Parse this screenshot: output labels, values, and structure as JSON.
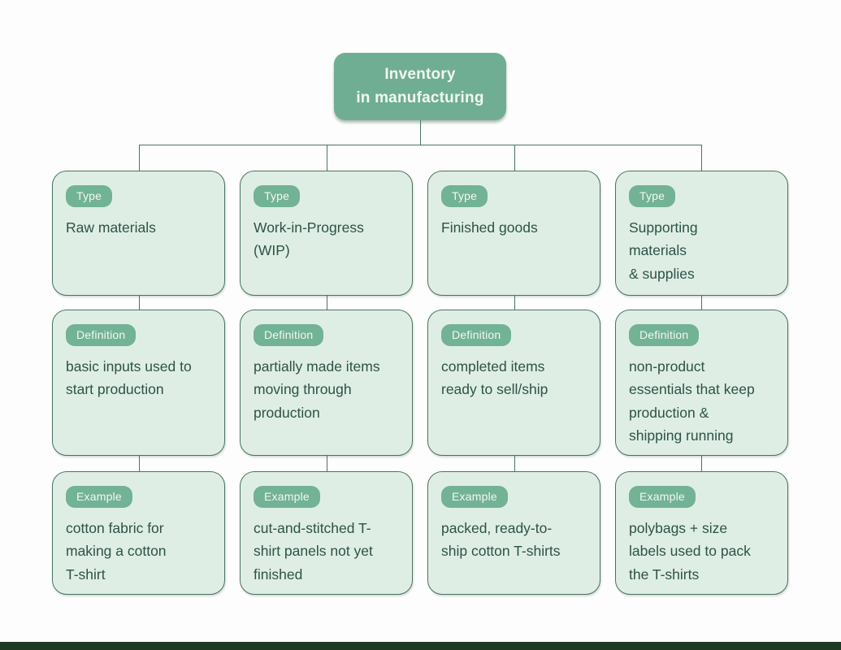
{
  "root": {
    "title": "Inventory\nin manufacturing"
  },
  "colors": {
    "root_fill": "#6fae93",
    "root_text": "#f2f7f1",
    "card_bg": "#dfeee5",
    "card_border": "#48735f",
    "badge_bg": "#72b295",
    "badge_text": "#f2f8f3",
    "body_text": "#2d5247",
    "connector": "#4a7561",
    "footer_bar": "#1e3c23",
    "page_bg": "#fdfdfd"
  },
  "columns": [
    {
      "cells": [
        {
          "badge": "Type",
          "text": "Raw materials"
        },
        {
          "badge": "Definition",
          "text": "basic inputs used to\nstart production"
        },
        {
          "badge": "Example",
          "text": "cotton fabric for\nmaking a cotton\nT-shirt"
        }
      ]
    },
    {
      "cells": [
        {
          "badge": "Type",
          "text": "Work-in-Progress\n(WIP)"
        },
        {
          "badge": "Definition",
          "text": "partially made items\nmoving through\nproduction"
        },
        {
          "badge": "Example",
          "text": "cut-and-stitched T-\nshirt panels not yet\nfinished"
        }
      ]
    },
    {
      "cells": [
        {
          "badge": "Type",
          "text": "Finished goods"
        },
        {
          "badge": "Definition",
          "text": "completed items\nready to sell/ship"
        },
        {
          "badge": "Example",
          "text": "packed, ready-to-\nship cotton T-shirts"
        }
      ]
    },
    {
      "cells": [
        {
          "badge": "Type",
          "text": "Supporting\nmaterials\n& supplies"
        },
        {
          "badge": "Definition",
          "text": "non-product\nessentials that keep\nproduction &\nshipping running"
        },
        {
          "badge": "Example",
          "text": "polybags + size\nlabels used to pack\nthe T-shirts"
        }
      ]
    }
  ]
}
